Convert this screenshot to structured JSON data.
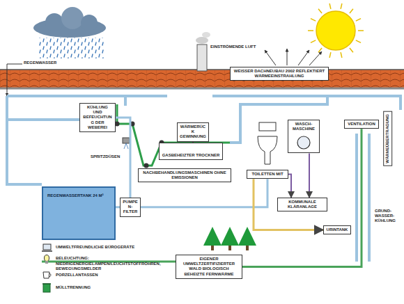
{
  "diagram": {
    "nodes": [
      {
        "text": [
          "KÜHLUNG UND BEFEUCHTUNG DER WEBEREI"
        ]
      },
      {
        "text": [
          "WÄRMERÜCK GEWINNUNG"
        ]
      },
      {
        "text": [
          "WEISSER DACHNEUBAU 2002 REFLEKTIERT WÄRMEEINSTRAHLUNG"
        ]
      },
      {
        "text": [
          "GASBEHEIZTER TROCKNER"
        ]
      },
      {
        "text": [
          "NACHBEHANDLUNGSMASCHINEN OHNE EMISSIONEN"
        ]
      },
      {
        "text": [
          "TOILETTEN MIT"
        ]
      },
      {
        "text": [
          "WASCH-MASCHINE"
        ]
      },
      {
        "text": [
          "VENTILATION"
        ]
      },
      {
        "text": [
          "WÄRMEÜBERTRAGUNG"
        ]
      },
      {
        "text": [
          "REGENWASSERTANK 24 M³"
        ]
      },
      {
        "text": [
          "PUMPEN-FILTER"
        ]
      },
      {
        "text": [
          "KOMMUNALE KLÄRANLAGE"
        ]
      },
      {
        "text": [
          "URINTANK"
        ]
      },
      {
        "text": [
          "EIGENER UMWELTZERTIFIZIERTER WALD BIOLOGISCH BEHEIZTE FERNWÄRME"
        ]
      }
    ],
    "edges": [
      {
        "from": 9,
        "to": 10,
        "arrow": "none"
      },
      {
        "from": 10,
        "to": 0,
        "arrow": "none"
      },
      {
        "from": 10,
        "to": 5,
        "arrow": "none"
      },
      {
        "from": 5,
        "to": 11,
        "arrow": "to"
      },
      {
        "from": 6,
        "to": 11,
        "arrow": "to"
      },
      {
        "from": 5,
        "to": 12,
        "arrow": "to"
      },
      {
        "from": 3,
        "to": 1,
        "arrow": "to"
      },
      {
        "from": 13,
        "to": 7,
        "arrow": "none"
      }
    ],
    "labels": [
      "REGENWASSER",
      "EINSTRÖMENDE LUFT",
      "SPRITZDÜSEN",
      "GRUND- WASSER- KÜHLUNG"
    ],
    "legend": [
      {
        "text": "UMWELTFREUNDLICHE BÜROGERÄTE"
      },
      {
        "text": "BELEUCHTUNG: NIEDRIGENERGIELAMPEN/LEUCHTSTOFFRÖHREN, BEWEGUNGSMELDER"
      },
      {
        "text": "PORZELLANTASSEN"
      },
      {
        "text": "MÜLLTRENNUNG"
      }
    ]
  }
}
